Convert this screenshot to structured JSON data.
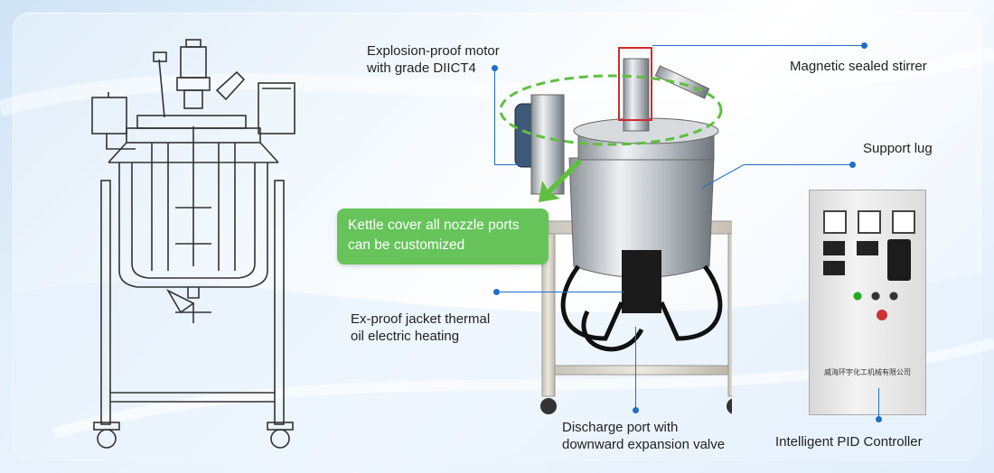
{
  "labels": {
    "motor_line1": "Explosion-proof motor",
    "motor_line2": "with grade DIICT4",
    "stirrer": "Magnetic sealed stirrer",
    "support_lug": "Support lug",
    "kettle_line1": "Kettle cover all nozzle ports",
    "kettle_line2": "can be customized",
    "heating_line1": "Ex-proof jacket thermal",
    "heating_line2": "oil electric heating",
    "discharge_line1": "Discharge port with",
    "discharge_line2": "downward expansion valve",
    "pid": "Intelligent PID Controller",
    "cabinet_brand": "威海环宇化工机械有限公司"
  },
  "colors": {
    "accent_line": "#1f6fc7",
    "callout_green": "#66c45a",
    "highlight_red": "#d22a2a",
    "dashed_green": "#5fbf3f"
  }
}
